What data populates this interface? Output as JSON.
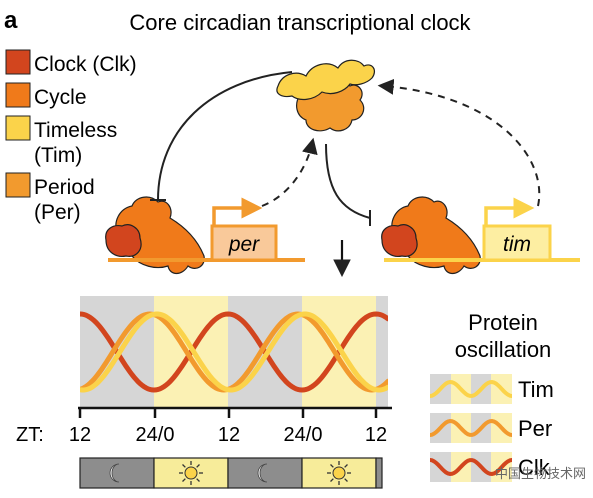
{
  "panel_letter": "a",
  "title": "Core circadian transcriptional clock",
  "legend": [
    {
      "line1": "Clock (Clk)",
      "line2": "",
      "color": "#d2451e"
    },
    {
      "line1": "Cycle",
      "line2": "",
      "color": "#f07a1a"
    },
    {
      "line1": "Timeless",
      "line2": "(Tim)",
      "color": "#fbd34a"
    },
    {
      "line1": "Period",
      "line2": "(Per)",
      "color": "#f29a2e"
    }
  ],
  "genes": {
    "per": "per",
    "tim": "tim"
  },
  "oscillation_title": {
    "line1": "Protein",
    "line2": "oscillation"
  },
  "oscillation_legend": [
    {
      "label": "Tim",
      "color": "#fbd34a"
    },
    {
      "label": "Per",
      "color": "#f29a2e"
    },
    {
      "label": "Clk",
      "color": "#d2451e"
    }
  ],
  "zt_prefix": "ZT:",
  "zt_ticks": [
    "12",
    "24/0",
    "12",
    "24/0",
    "12"
  ],
  "day_night": [
    "night",
    "day",
    "night",
    "day"
  ],
  "colors": {
    "night": "#d6d6d6",
    "day": "#fbf1b4",
    "day_bar": "#f7ec9a",
    "night_bar": "#8d8d8d",
    "tim": "#fbd34a",
    "per": "#f29a2e",
    "clk": "#d2451e"
  },
  "icons": {
    "night": "moon-icon",
    "day": "sun-icon"
  },
  "watermark": "中国生物技术网"
}
